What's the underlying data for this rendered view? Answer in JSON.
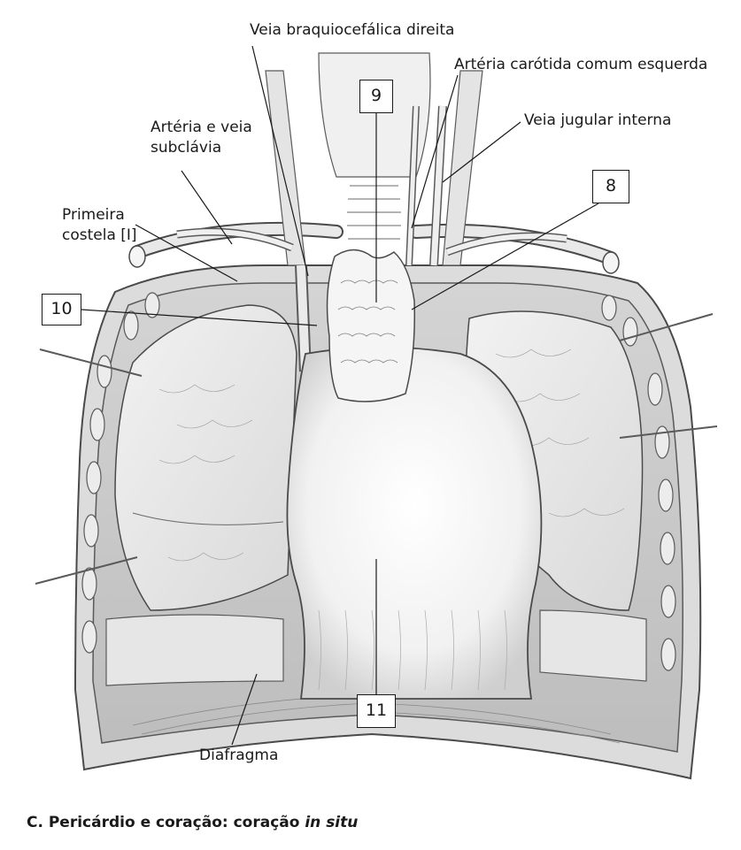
{
  "labels": {
    "veia_braquiocefalica": "Veia braquiocefálica direita",
    "arteria_carotida": "Artéria carótida comum esquerda",
    "arteria_veia_subclavia_1": "Artéria e veia",
    "arteria_veia_subclavia_2": "subclávia",
    "veia_jugular": "Veia jugular interna",
    "primeira_costela_1": "Primeira",
    "primeira_costela_2": "costela [I]",
    "diafragma": "Diafragma"
  },
  "callouts": {
    "n8": "8",
    "n9": "9",
    "n10": "10",
    "n11": "11"
  },
  "caption": {
    "main": "C. Pericárdio e coração: coração ",
    "emphasis": "in situ"
  }
}
